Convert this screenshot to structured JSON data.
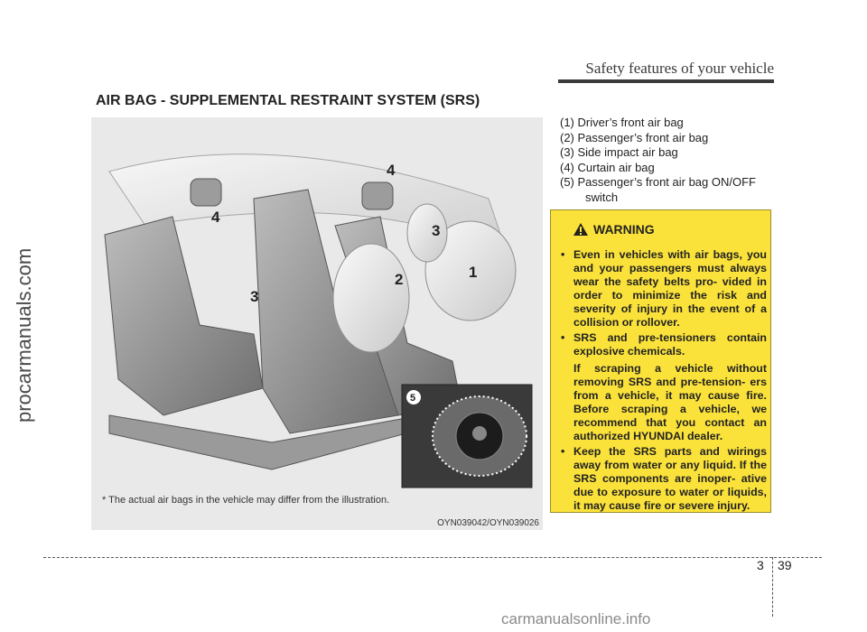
{
  "header": {
    "section": "Safety features of your vehicle"
  },
  "title": "AIR BAG - SUPPLEMENTAL RESTRAINT SYSTEM (SRS)",
  "legend": {
    "items": [
      "(1) Driver’s front air bag",
      "(2) Passenger’s front air bag",
      "(3) Side impact air bag",
      "(4) Curtain air bag",
      "(5) Passenger’s front air bag ON/OFF"
    ],
    "item5_cont": "switch"
  },
  "figure": {
    "callouts": [
      "1",
      "2",
      "3",
      "3",
      "4",
      "4",
      "5"
    ],
    "note": "* The actual air bags in the vehicle may differ from the illustration.",
    "code": "OYN039042/OYN039026"
  },
  "warning": {
    "title": "WARNING",
    "items": [
      "Even in vehicles with air bags, you and your passengers must always wear the safety belts pro- vided in order to minimize the risk and severity of injury in the event of a collision or rollover.",
      "SRS and pre-tensioners contain explosive chemicals.",
      "Keep the SRS parts and wirings away from water or any liquid. If the SRS components are inoper- ative due to exposure to water or liquids, it may cause fire or severe injury."
    ],
    "sub": "If scraping a vehicle without removing SRS and pre-tension- ers from a vehicle, it may cause fire. Before scraping a vehicle, we recommend that you contact an authorized HYUNDAI dealer.",
    "bullet": "•"
  },
  "footer": {
    "chapter": "3",
    "page": "39"
  },
  "watermarks": {
    "left": "procarmanuals.com",
    "bottom": "carmanualsonline.info"
  }
}
